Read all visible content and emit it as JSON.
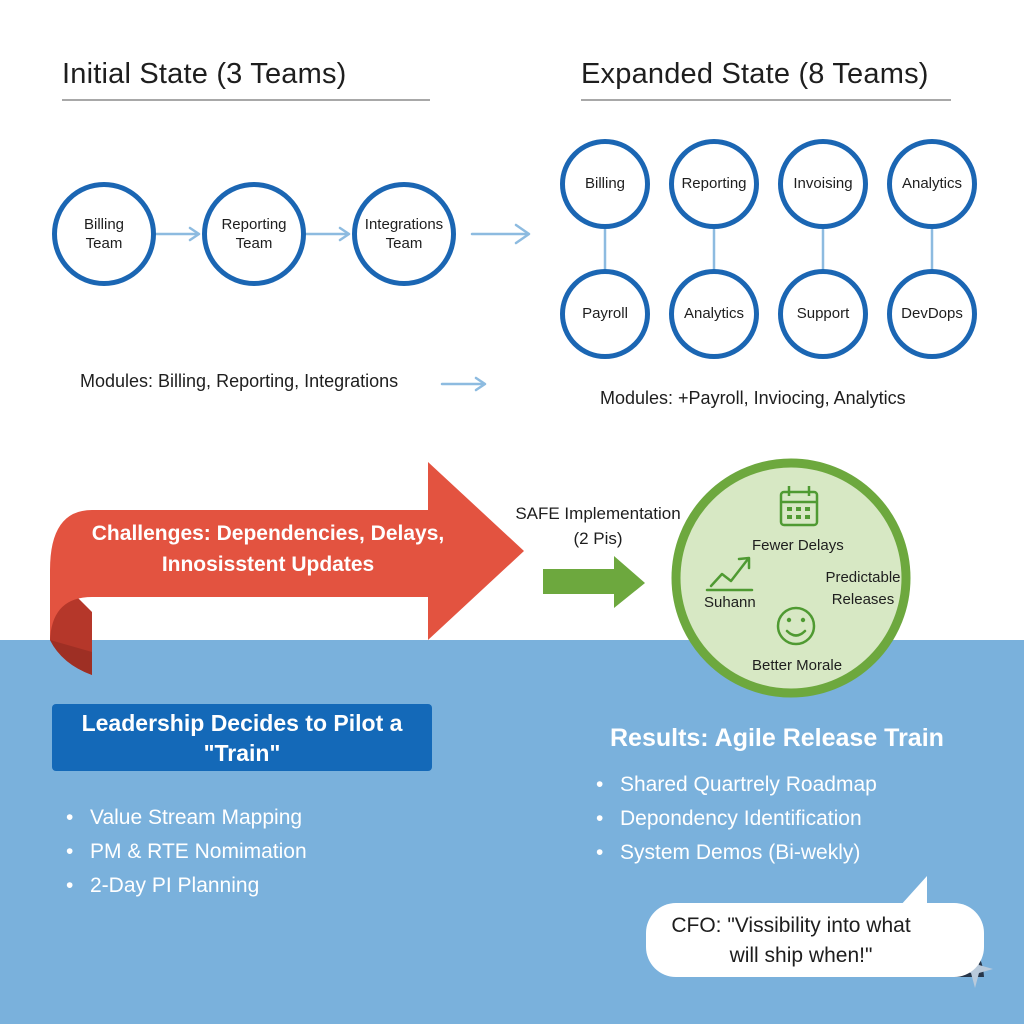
{
  "initial": {
    "title": "Initial State (3 Teams)",
    "teams": [
      {
        "label": "Billing\nTeam"
      },
      {
        "label": "Reporting\nTeam"
      },
      {
        "label": "Integrations\nTeam"
      }
    ],
    "modules": "Modules: Billing, Reporting, Integrations"
  },
  "expanded": {
    "title": "Expanded State (8 Teams)",
    "top_row": [
      "Billing",
      "Reporting",
      "Invoising",
      "Analytics"
    ],
    "bottom_row": [
      "Payroll",
      "Analytics",
      "Support",
      "DevDops"
    ],
    "modules": "Modules: +Payroll, Inviocing, Analytics"
  },
  "challenges": {
    "line1": "Challenges: Dependencies, Delays,",
    "line2": "Innosisstent Updates"
  },
  "safe": {
    "line1": "SAFE Implementation",
    "line2": "(2 Pis)"
  },
  "results_circle": {
    "fewer_delays": "Fewer Delays",
    "predictable_line1": "Predictable",
    "predictable_line2": "Releases",
    "suhann": "Suhann",
    "better_morale": "Better Morale"
  },
  "leadership": {
    "line1": "Leadership Decides to Pilot a",
    "line2": "\"Train\"",
    "bullets": [
      "Value Stream Mapping",
      "PM & RTE Nomimation",
      "2-Day PI Planning"
    ]
  },
  "results": {
    "title": "Results: Agile Release Train",
    "bullets": [
      "Shared Quartrely Roadmap",
      "Depondency Identification",
      "System Demos (Bi-wekly)"
    ]
  },
  "quote": {
    "line1": "CFO: \"Vissibility into what",
    "line2": "will ship when!\""
  },
  "colors": {
    "team_border": "#1b66b3",
    "challenge_arrow": "#e35340",
    "safe_arrow": "#6da83e",
    "results_circle_fill": "#d7e8c4",
    "lower_band": "#7ab1dc",
    "leadership_box": "#1469b8"
  },
  "icons": [
    "calendar-icon",
    "trend-up-icon",
    "smiley-icon",
    "businessman-icon",
    "sparkle-icon"
  ]
}
